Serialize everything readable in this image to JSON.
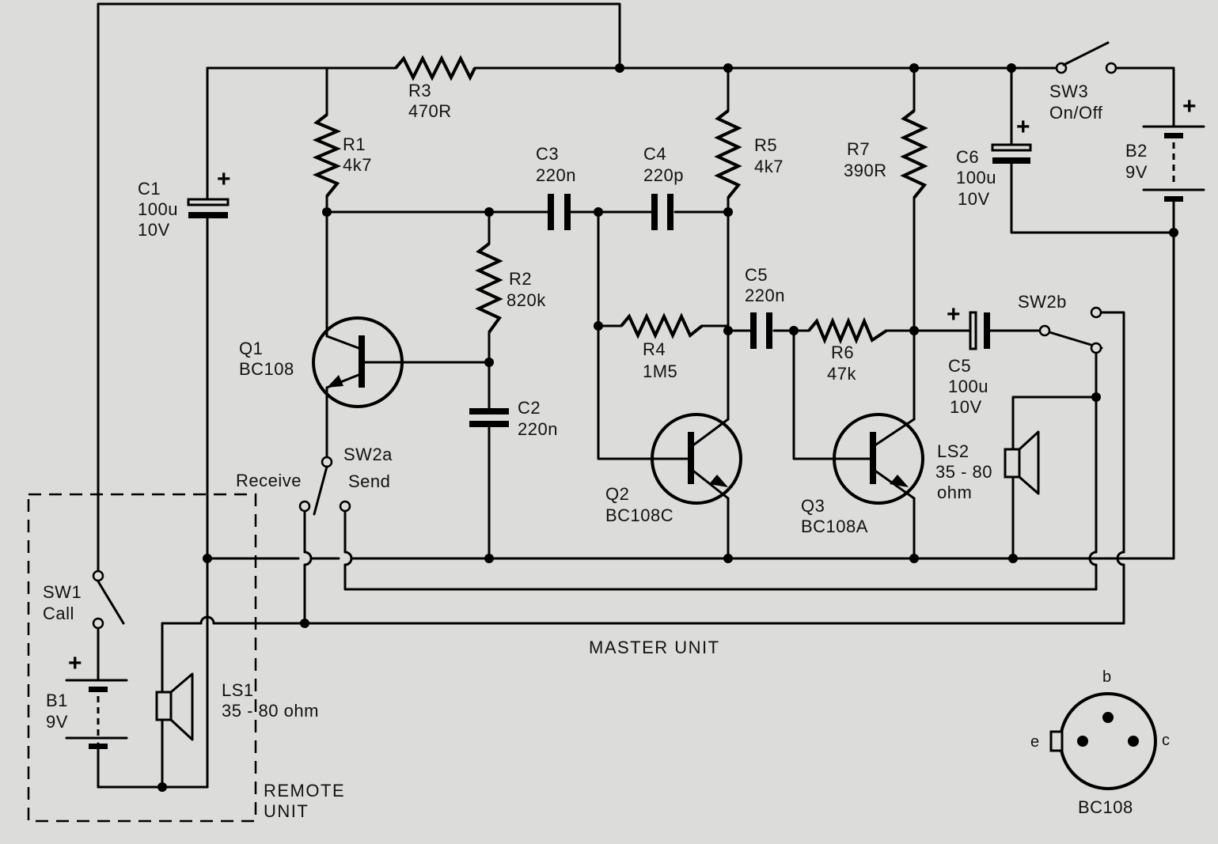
{
  "labels": {
    "r1": [
      "R1",
      "4k7"
    ],
    "r2": [
      "R2",
      "820k"
    ],
    "r3": [
      "R3",
      "470R"
    ],
    "r4": [
      "R4",
      "1M5"
    ],
    "r5": [
      "R5",
      "4k7"
    ],
    "r6": [
      "R6",
      "47k"
    ],
    "r7": [
      "R7",
      "390R"
    ],
    "c1": [
      "C1",
      "100u",
      "10V"
    ],
    "c2": [
      "C2",
      "220n"
    ],
    "c3": [
      "C3",
      "220n"
    ],
    "c4": [
      "C4",
      "220p"
    ],
    "c5a": [
      "C5",
      "220n"
    ],
    "c5b": [
      "C5",
      "100u",
      "10V"
    ],
    "c6": [
      "C6",
      "100u",
      "10V"
    ],
    "q1": [
      "Q1",
      "BC108"
    ],
    "q2": [
      "Q2",
      "BC108C"
    ],
    "q3": [
      "Q3",
      "BC108A"
    ],
    "sw1": [
      "SW1",
      "Call"
    ],
    "sw2a": "SW2a",
    "sw2a_receive": "Receive",
    "sw2a_send": "Send",
    "sw2b": "SW2b",
    "sw3": [
      "SW3",
      "On/Off"
    ],
    "b1": [
      "B1",
      "9V"
    ],
    "b2": [
      "B2",
      "9V"
    ],
    "ls1": [
      "LS1",
      "35 - 80 ohm"
    ],
    "ls2": [
      "LS2",
      "35 - 80",
      "ohm"
    ],
    "master_unit": "MASTER UNIT",
    "remote_unit": [
      "REMOTE",
      "UNIT"
    ],
    "pinout": {
      "title": "BC108",
      "b": "b",
      "c": "c",
      "e": "e"
    },
    "plus_sign": "+"
  }
}
